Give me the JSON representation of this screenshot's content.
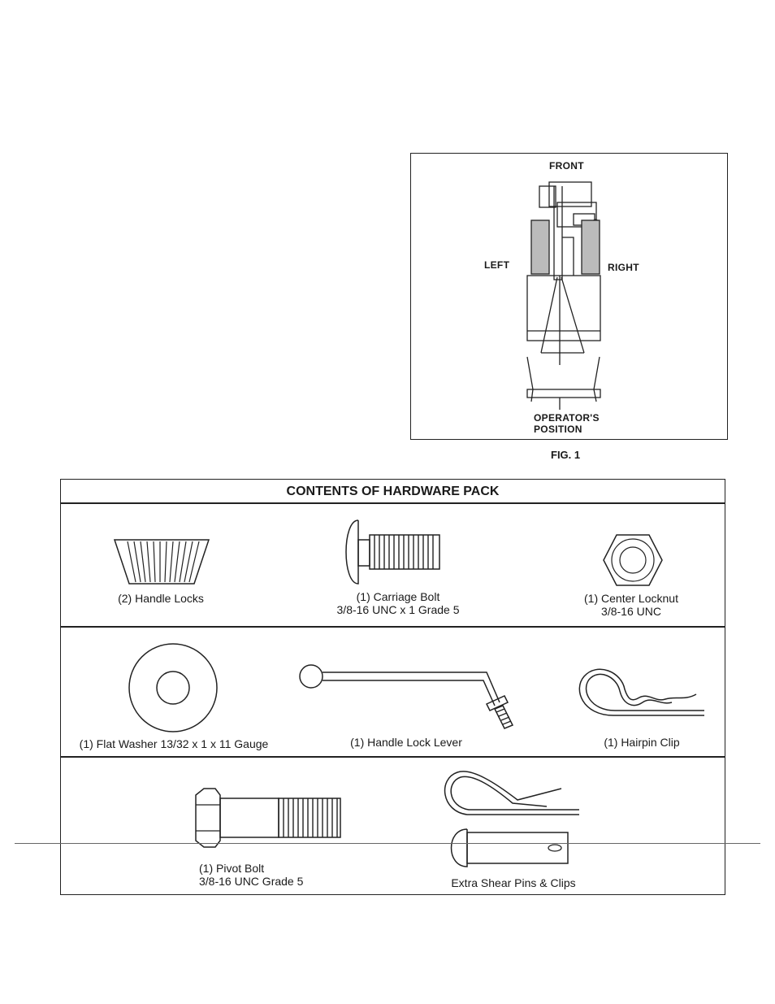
{
  "figure": {
    "labels": {
      "front": "FRONT",
      "left": "LEFT",
      "right": "RIGHT",
      "operator_line1": "OPERATOR'S",
      "operator_line2": "POSITION"
    },
    "caption": "FIG. 1"
  },
  "hardware_pack": {
    "title": "CONTENTS OF HARDWARE PACK",
    "items": [
      {
        "lines": [
          "(2) Handle Locks"
        ],
        "icon": "handle-lock-icon"
      },
      {
        "lines": [
          "(1) Carriage Bolt",
          "3/8-16 UNC x 1 Grade 5"
        ],
        "icon": "carriage-bolt-icon"
      },
      {
        "lines": [
          "(1) Center Locknut",
          "3/8-16 UNC"
        ],
        "icon": "locknut-icon"
      },
      {
        "lines": [
          "(1) Flat Washer 13/32 x 1 x 11 Gauge"
        ],
        "icon": "flat-washer-icon"
      },
      {
        "lines": [
          "(1) Handle Lock Lever"
        ],
        "icon": "handle-lock-lever-icon"
      },
      {
        "lines": [
          "(1) Hairpin Clip"
        ],
        "icon": "hairpin-clip-icon"
      },
      {
        "lines": [
          "(1) Pivot Bolt",
          "3/8-16 UNC Grade 5"
        ],
        "icon": "pivot-bolt-icon"
      },
      {
        "lines": [
          "Extra Shear Pins & Clips"
        ],
        "icon": "shear-pin-clip-icon"
      }
    ]
  }
}
